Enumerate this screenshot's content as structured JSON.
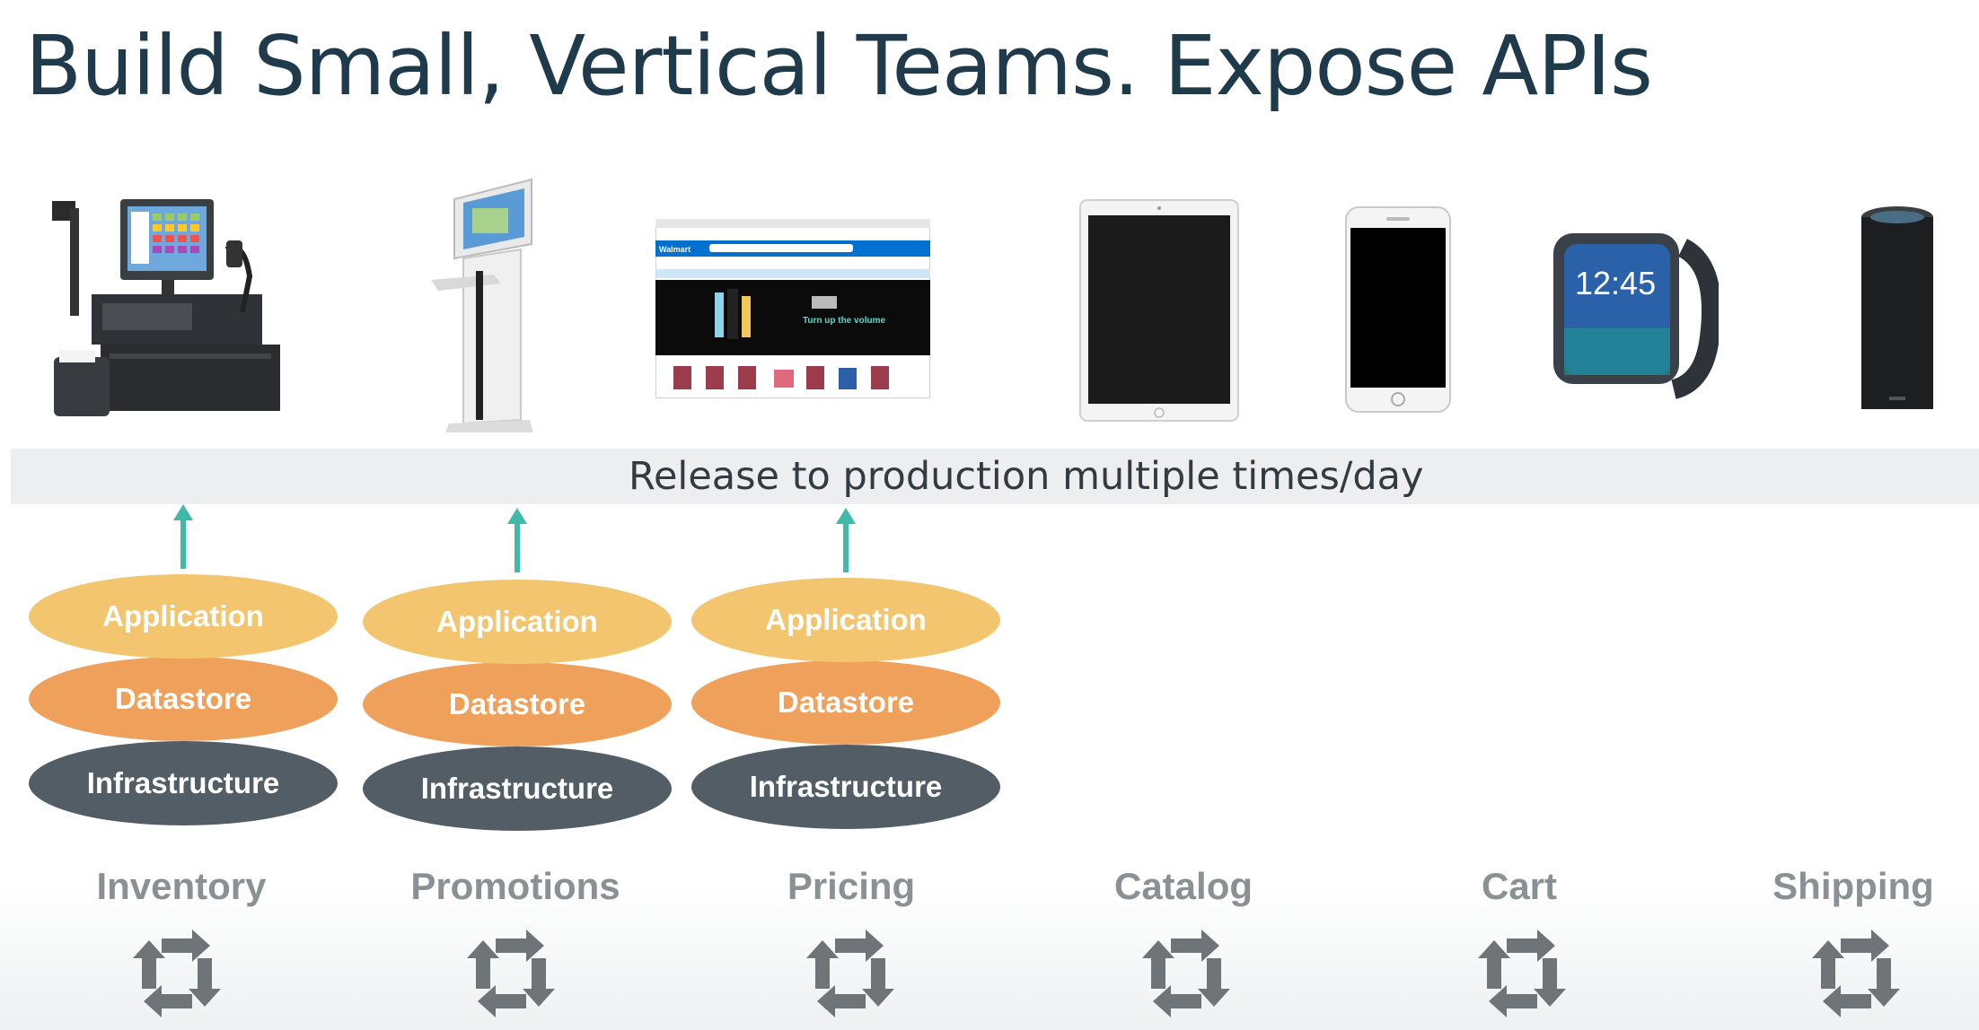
{
  "title": "Build Small, Vertical Teams. Expose APIs",
  "devices": [
    {
      "name": "pos-terminal"
    },
    {
      "name": "kiosk"
    },
    {
      "name": "website",
      "logo": "Walmart",
      "promo": "Turn up the volume"
    },
    {
      "name": "tablet"
    },
    {
      "name": "smartphone"
    },
    {
      "name": "smartwatch",
      "time": "12:45"
    },
    {
      "name": "smart-speaker"
    }
  ],
  "banner": "Release to production multiple times/day",
  "stacks": [
    {
      "application": "Application",
      "datastore": "Datastore",
      "infrastructure": "Infrastructure"
    },
    {
      "application": "Application",
      "datastore": "Datastore",
      "infrastructure": "Infrastructure"
    },
    {
      "application": "Application",
      "datastore": "Datastore",
      "infrastructure": "Infrastructure"
    }
  ],
  "teams": [
    "Inventory",
    "Promotions",
    "Pricing",
    "Catalog",
    "Cart",
    "Shipping"
  ],
  "colors": {
    "title": "#1f3a4b",
    "application": "#f3c56e",
    "datastore": "#efa15c",
    "infrastructure": "#525d65",
    "arrow": "#3fb9a8",
    "team_label": "#8a9195",
    "cycle_icon": "#6f7479"
  }
}
